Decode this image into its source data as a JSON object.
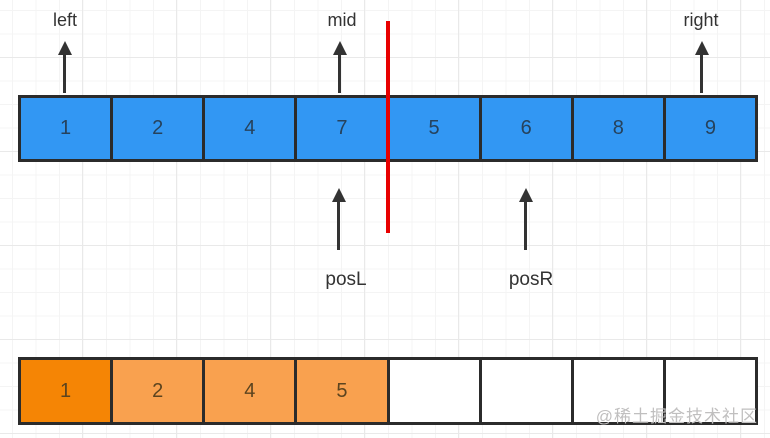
{
  "pointers": {
    "left": {
      "label": "left"
    },
    "mid": {
      "label": "mid"
    },
    "right": {
      "label": "right"
    },
    "posL": {
      "label": "posL"
    },
    "posR": {
      "label": "posR"
    }
  },
  "arrays": {
    "top": {
      "values": [
        "1",
        "2",
        "4",
        "7",
        "5",
        "6",
        "8",
        "9"
      ]
    },
    "bottom": {
      "values": [
        "1",
        "2",
        "4",
        "5",
        "",
        "",
        "",
        ""
      ]
    }
  },
  "watermark": {
    "text": "@稀土掘金技术社区"
  },
  "colors": {
    "cell-blue": "#3297f3",
    "cell-blue-text": "#26425c",
    "cell-orange-dark": "#f58505",
    "cell-orange": "#f9a14f",
    "cell-orange-text": "#5c441f",
    "cell-border": "#2b2b2b",
    "arrow-color": "#333333",
    "divider-red": "#e80000",
    "label-color": "#333333",
    "watermark-color": "#c0bfbf",
    "grid-minor": "#f4f4f4",
    "grid-major": "#e9e9e9"
  }
}
